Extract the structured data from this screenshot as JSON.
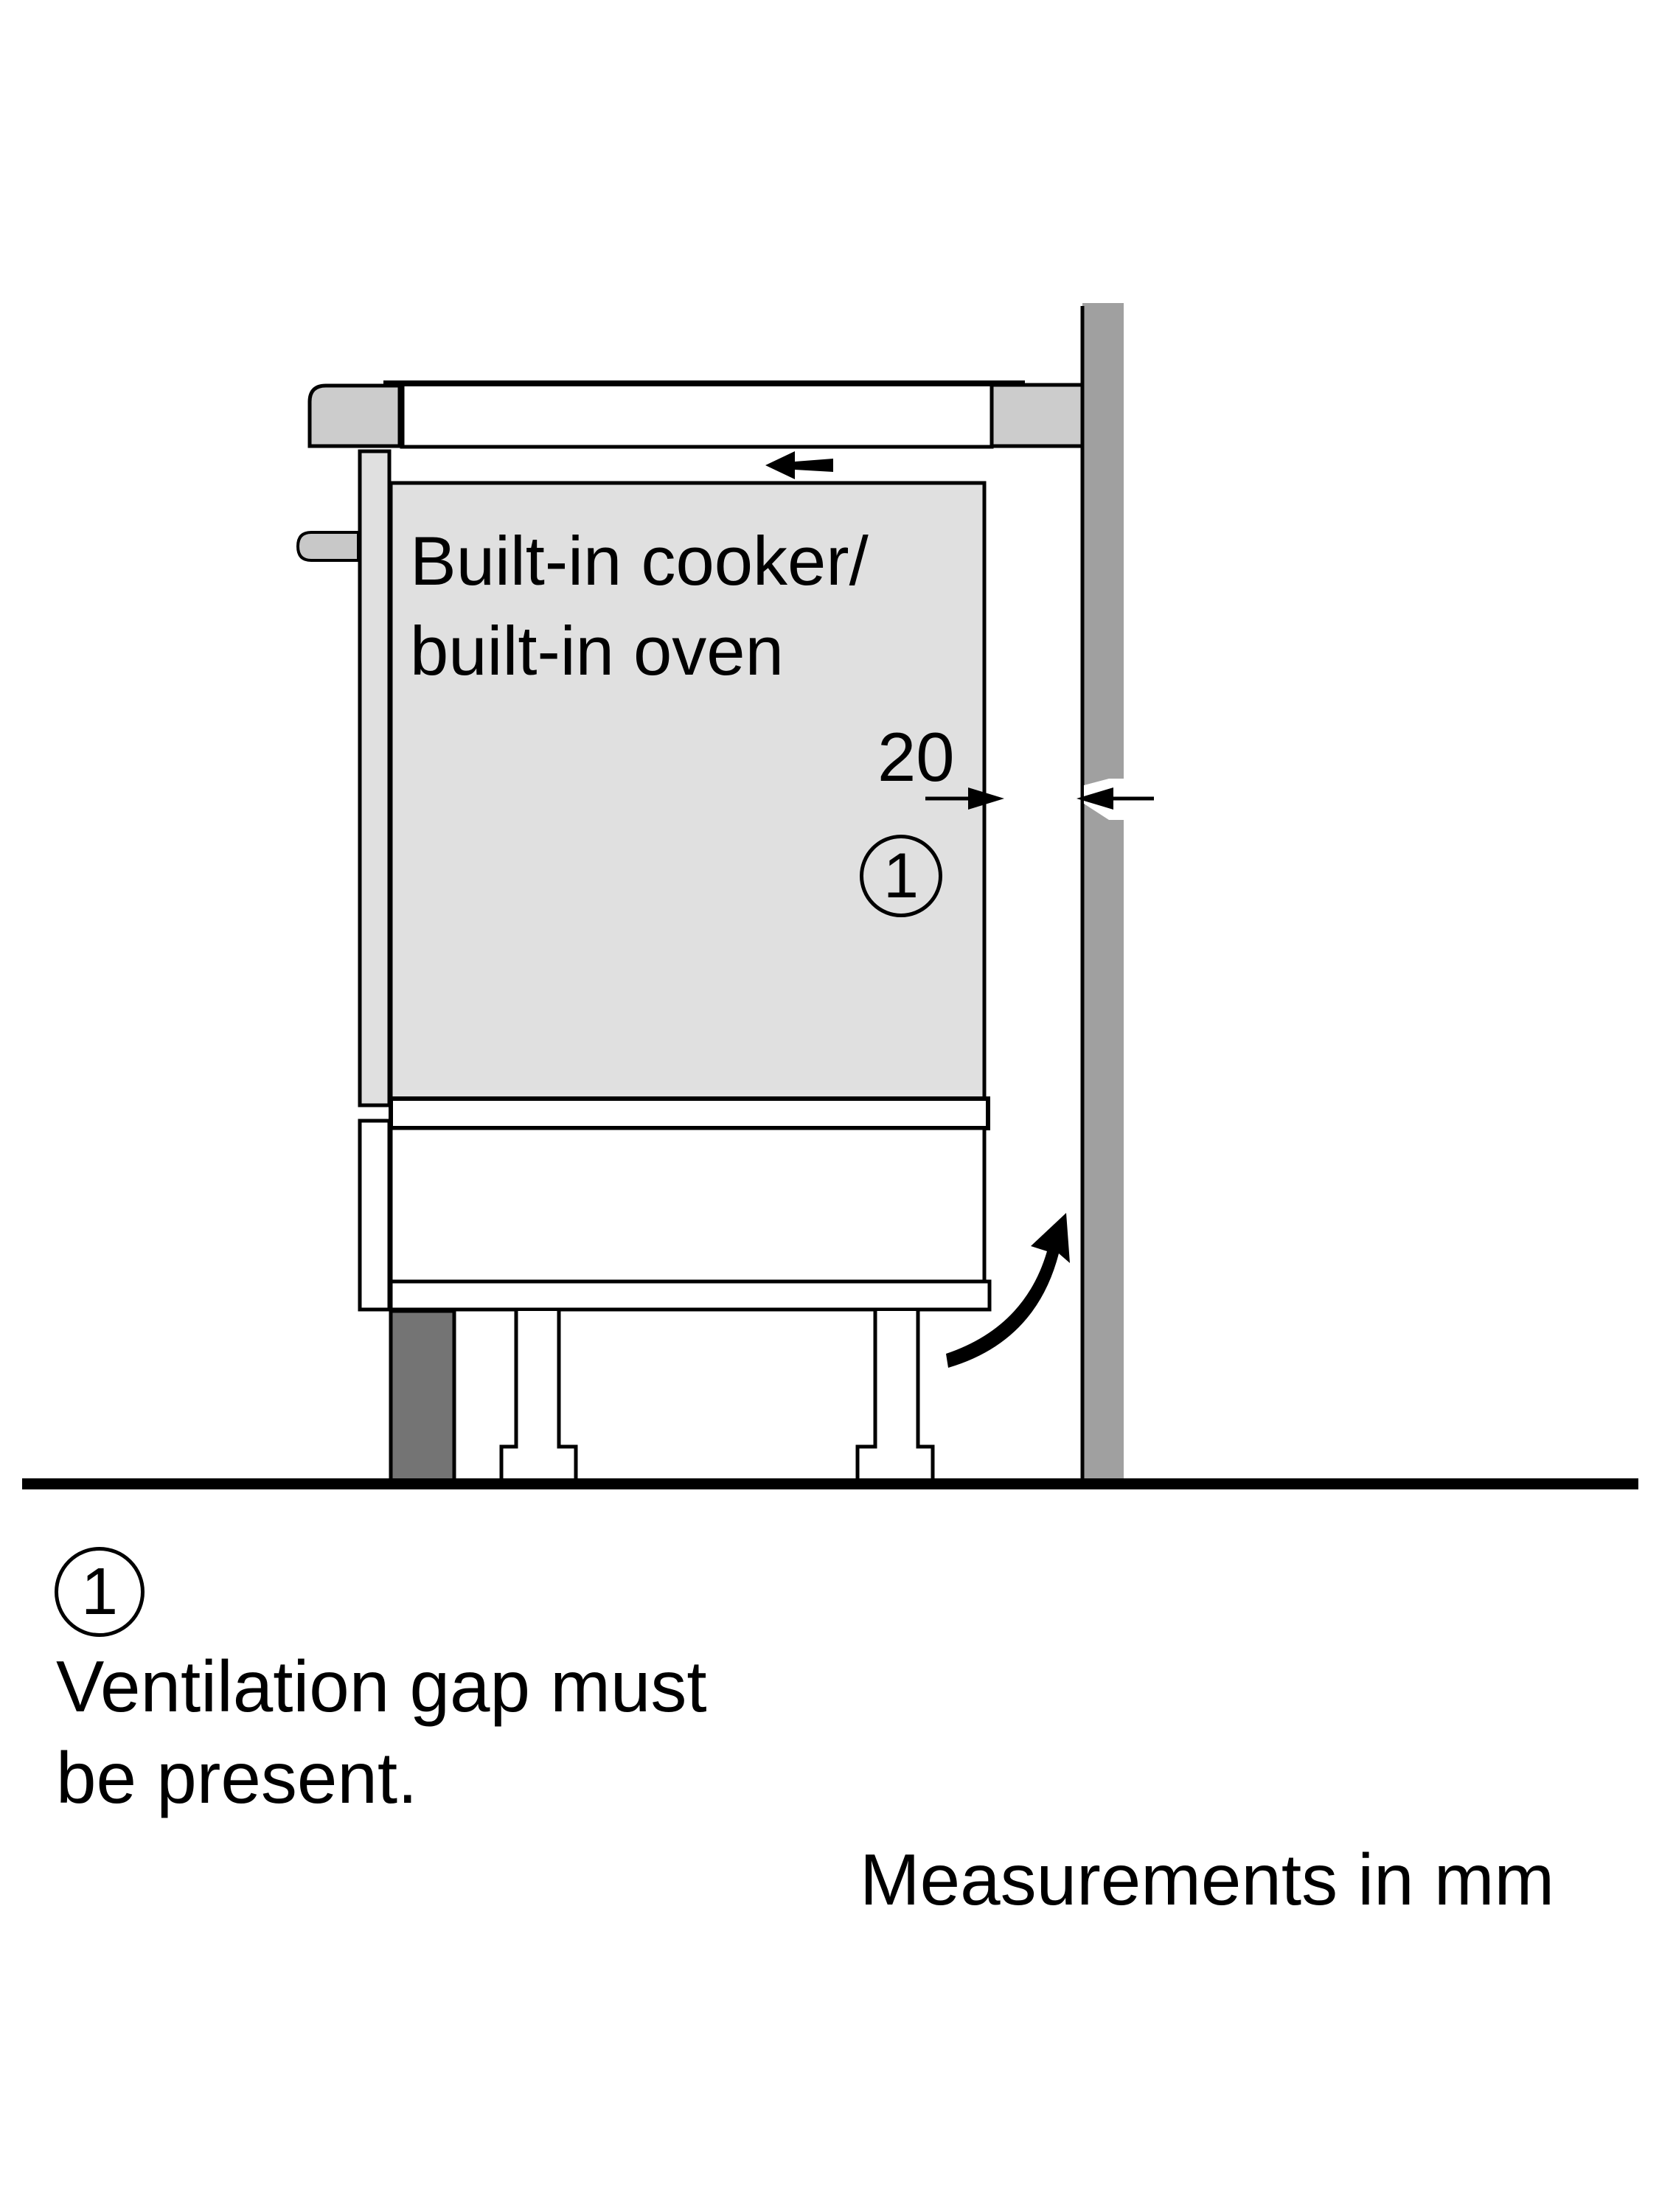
{
  "diagram": {
    "title": "Built-in cooker / oven ventilation gap installation drawing",
    "appliance_label_line1": "Built-in cooker/",
    "appliance_label_line2": "built-in oven",
    "dimension_gap": "20",
    "callout_marker": "1",
    "note": {
      "marker": "1",
      "line1": "Ventilation gap must",
      "line2": "be present."
    },
    "units_label": "Measurements in mm",
    "colors": {
      "background": "#ffffff",
      "outline": "#000000",
      "appliance_fill": "#e0e0e0",
      "worktop_fill": "#cccccc",
      "wall_fill": "#a0a0a0",
      "plinth_fill": "#747474",
      "knob_fill": "#c8c8c8"
    }
  }
}
